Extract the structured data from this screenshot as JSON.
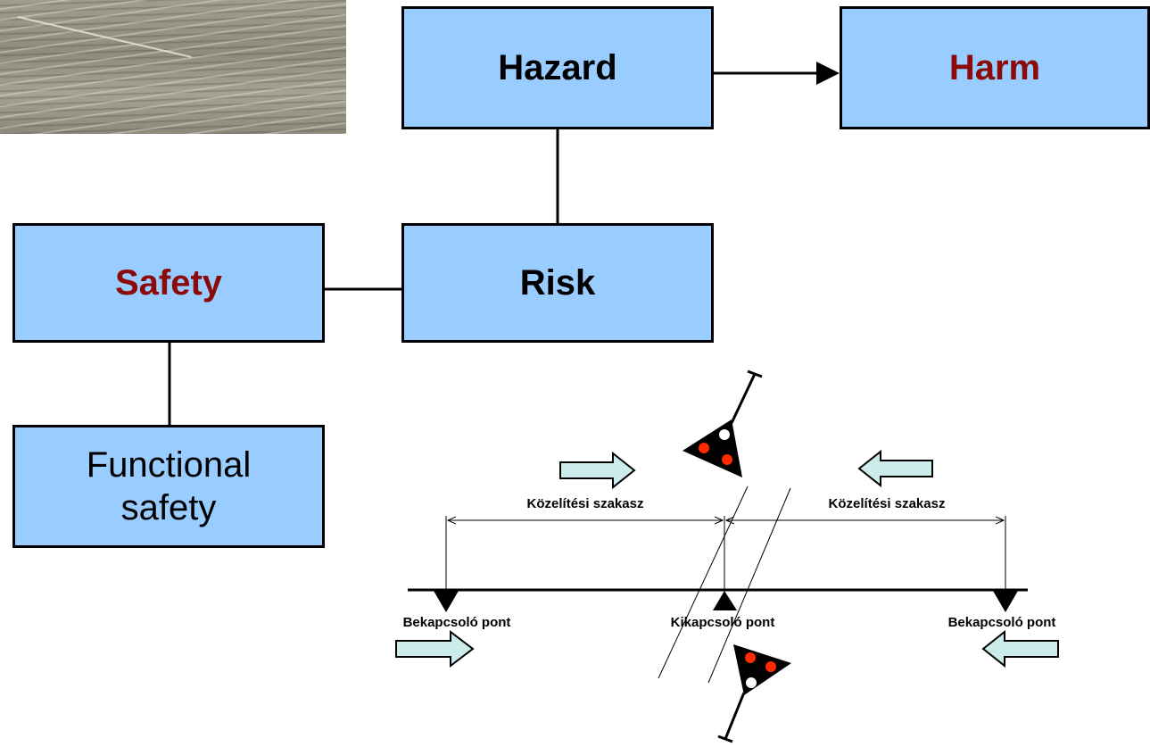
{
  "boxes": {
    "hazard": "Hazard",
    "harm": "Harm",
    "risk": "Risk",
    "safety": "Safety",
    "functional_safety": "Functional safety"
  },
  "colors": {
    "box_fill": "#99ccff",
    "emphasis_text": "#8b0a0a",
    "arrow_fill": "#ccecec",
    "signal_lamp_red": "#ff2a00"
  },
  "crossing_diagram": {
    "approach_left": "Közelítési szakasz",
    "approach_right": "Közelítési szakasz",
    "switch_on_left": "Bekapcsoló pont",
    "switch_off": "Kikapcsoló pont",
    "switch_on_right": "Bekapcsoló pont"
  }
}
